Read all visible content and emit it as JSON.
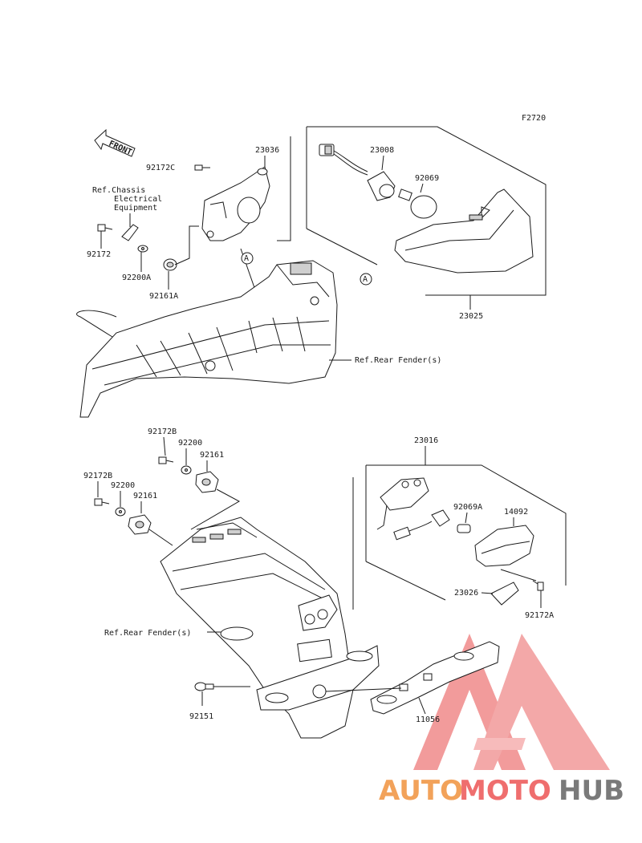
{
  "figure_code": "F2720",
  "front_arrow_label": "FRONT",
  "parts": {
    "p23036": "23036",
    "p92172C": "92172C",
    "p23008": "23008",
    "p92069": "92069",
    "p92172": "92172",
    "p92200A": "92200A",
    "p92161A": "92161A",
    "p23025": "23025",
    "p92172B_a": "92172B",
    "p92200_a": "92200",
    "p92161_a": "92161",
    "p92172B_b": "92172B",
    "p92200_b": "92200",
    "p92161_b": "92161",
    "p23016": "23016",
    "p92069A": "92069A",
    "p14092": "14092",
    "p23026": "23026",
    "p92172A": "92172A",
    "p92151": "92151",
    "p11056": "11056"
  },
  "refs": {
    "chassis_line1": "Ref.Chassis",
    "chassis_line2": "Electrical",
    "chassis_line3": "Equipment",
    "rear_fender_top": "Ref.Rear Fender(s)",
    "rear_fender_bottom": "Ref.Rear Fender(s)"
  },
  "callout_letter_1": "A",
  "callout_letter_2": "A",
  "watermark": {
    "part1": "AUTO",
    "part2": "MOTO",
    "part3": "HUB",
    "color_orange": "#f2a25a",
    "color_red": "#ef6e6e",
    "color_gray": "#7a7a7a"
  }
}
